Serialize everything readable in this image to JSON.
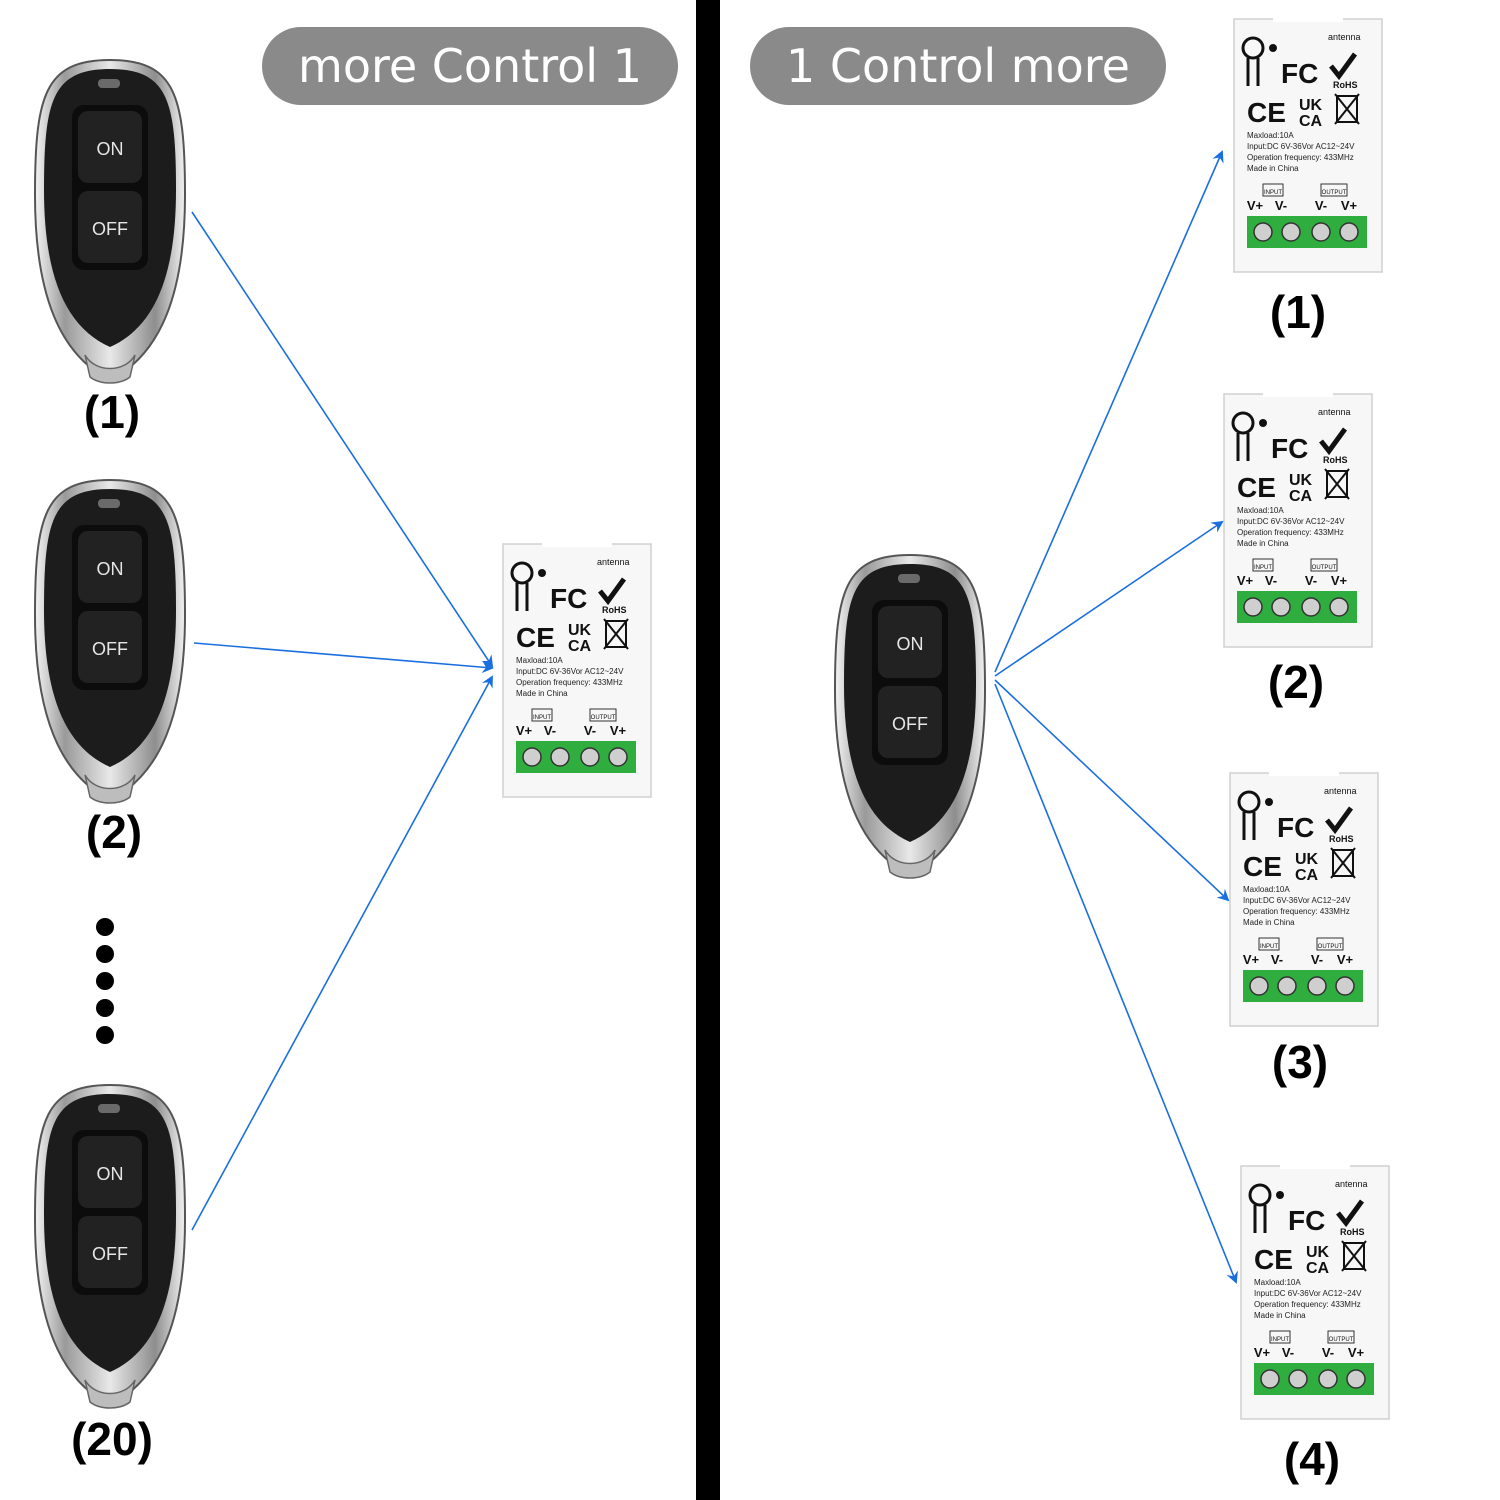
{
  "left_panel": {
    "pill_text": "more Control 1",
    "remote_labels": [
      "(1)",
      "(2)",
      "(20)"
    ]
  },
  "right_panel": {
    "pill_text": "1 Control more",
    "module_labels": [
      "(1)",
      "(2)",
      "(3)",
      "(4)"
    ]
  },
  "remote": {
    "on_label": "ON",
    "off_label": "OFF"
  },
  "module": {
    "antenna_label": "antenna",
    "fc_mark": "FC",
    "rohs_mark": "RoHS",
    "ce_mark": "CE",
    "ukca_top": "UK",
    "ukca_bottom": "CA",
    "spec_lines": [
      "Maxload:10A",
      "Input:DC 6V-36Vor AC12~24V",
      "Operation frequency: 433MHz",
      "Made in China"
    ],
    "input_label": "INPUT",
    "output_label": "OUTPUT",
    "terminals": [
      "V+",
      "V-",
      "V-",
      "V+"
    ]
  },
  "colors": {
    "arrow": "#1a6fe0",
    "pill": "#8a8a8a",
    "terminal_green": "#2fae3f",
    "remote_body": "#1a1a1a",
    "remote_chrome": "#c0c0c0"
  }
}
